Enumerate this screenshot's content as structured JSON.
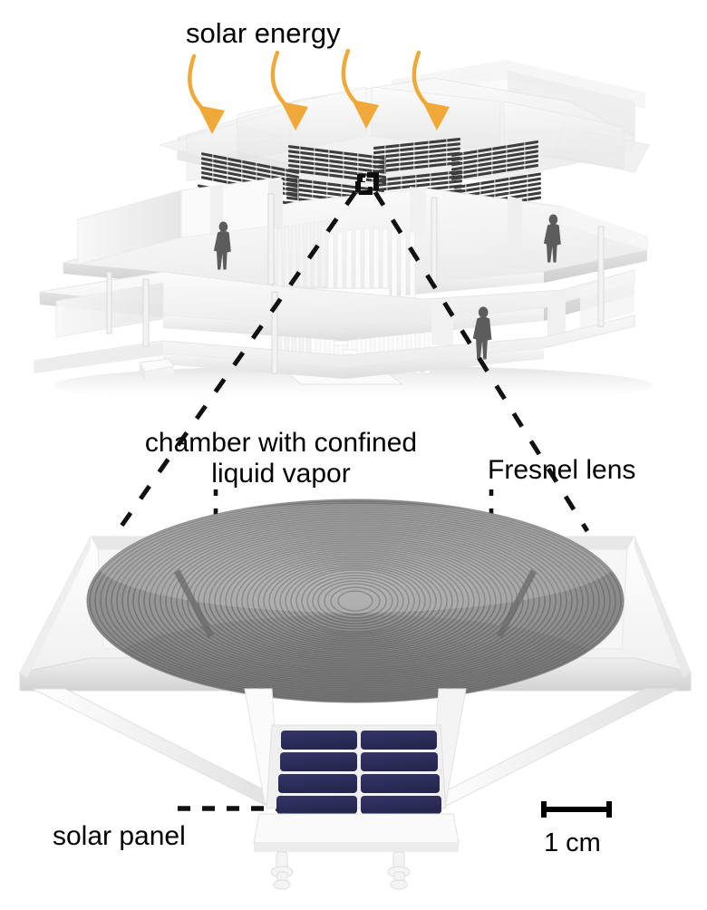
{
  "figure": {
    "title": "Solar energy building with Fresnel lens concentrator module",
    "background_color": "#ffffff"
  },
  "labels": {
    "solar_energy": "solar energy",
    "chamber": "chamber with confined liquid vapor",
    "chamber_line1": "chamber with confined",
    "chamber_line2": "liquid vapor",
    "fresnel_lens": "Fresnel lens",
    "solar_panel": "solar panel",
    "scale_bar": "1 cm"
  },
  "colors": {
    "arrow_orange": "#f0a838",
    "arrow_orange_dark": "#e59a28",
    "solar_cell_navy": "#2b2b5e",
    "solar_cell_navy_light": "#393970",
    "lens_gray": "#8d8d8d",
    "lens_gray_dark": "#6e6e6e",
    "building_white": "#f2f2f2",
    "building_shadow": "#d9d9d9",
    "person_gray": "#5a5a5a",
    "callout_black": "#111111",
    "roof_panel_dark": "#3a3a3a"
  },
  "scene": {
    "upper": {
      "name": "building-cutaway",
      "description": "Isometric cutaway of a multi-storey building with roof solar arrays",
      "roof_arrays": 4,
      "arrows": 4,
      "people": 3,
      "callout_module_marker": "black-module-marker"
    },
    "lower": {
      "name": "fresnel-module",
      "description": "Exploded view of a single concentrator module: square frame holding a circular Fresnel lens above a solar panel on four legs",
      "lens_rings": 46,
      "panel_cells_cols": 2,
      "panel_cells_rows": 4,
      "legs": 4,
      "feet": 2
    }
  },
  "scale": {
    "value": 1,
    "unit": "cm",
    "bar_label": "1 cm"
  }
}
